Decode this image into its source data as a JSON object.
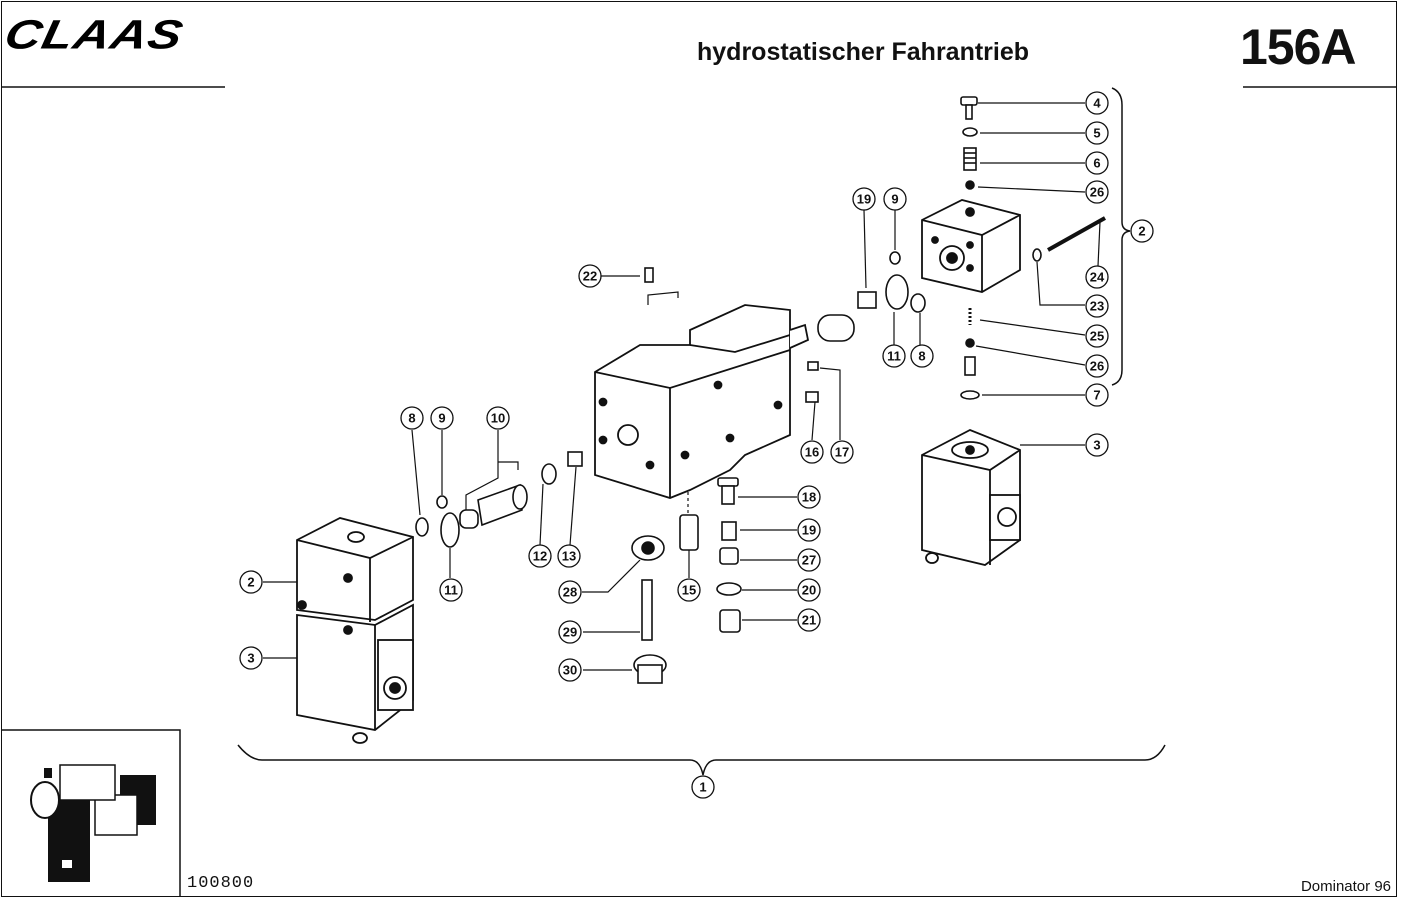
{
  "header": {
    "logo": "CLAAS",
    "title": "hydrostatischer Fahrantrieb",
    "page_number": "156A"
  },
  "footer": {
    "doc_number": "100800",
    "model": "Dominator 96"
  },
  "callouts": [
    "1",
    "2",
    "2",
    "3",
    "3",
    "4",
    "5",
    "6",
    "26",
    "9",
    "19",
    "24",
    "23",
    "25",
    "26",
    "7",
    "11",
    "8",
    "22",
    "16",
    "17",
    "8",
    "9",
    "10",
    "11",
    "12",
    "13",
    "18",
    "19",
    "27",
    "20",
    "21",
    "28",
    "15",
    "29",
    "30"
  ]
}
